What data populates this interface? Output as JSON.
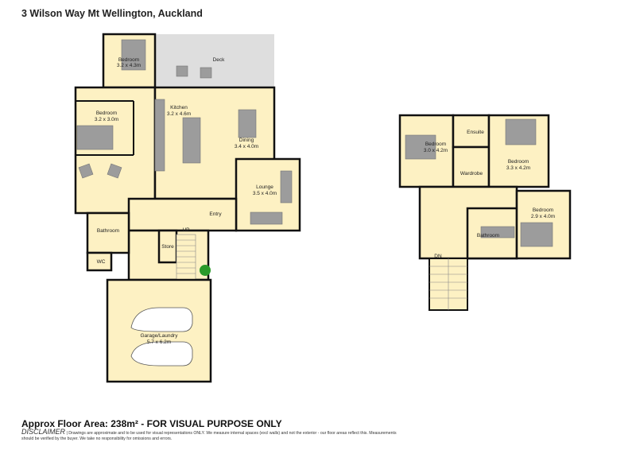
{
  "title": "3 Wilson Way Mt Wellington, Auckland",
  "footer": {
    "area": "Approx Floor Area: 238m² - FOR VISUAL PURPOSE ONLY",
    "disclaimer_label": "DISCLAIMER",
    "disclaimer_text": " | Drawings are approximate and to be used for visual representations ONLY. We measure internal spaces (excl walls) and not the exterior - our floor areas reflect this. Measurements should be verified by the buyer. We take no responsibility for omissions and errors."
  },
  "colors": {
    "room_fill": "#fdf1c3",
    "wall": "#111111",
    "deck": "#dedede",
    "furniture": "#9c9c9c",
    "plant": "#2a9a2a"
  },
  "ground": {
    "bed1": {
      "name": "Bedroom",
      "size": "3.2 x 4.3m"
    },
    "deck": {
      "name": "Deck"
    },
    "bed2": {
      "name": "Bedroom",
      "size": "3.2 x 3.0m"
    },
    "kitchen": {
      "name": "Kitchen",
      "size": "3.2 x 4.6m"
    },
    "dining": {
      "name": "Dining",
      "size": "3.4 x 4.0m"
    },
    "lounge": {
      "name": "Lounge",
      "size": "3.5 x 4.0m"
    },
    "entry": {
      "name": "Entry"
    },
    "up": "UP",
    "store": "Store",
    "bathroom": "Bathroom",
    "wc": "WC",
    "garage": {
      "name": "Garage/Laundry",
      "size": "5.7 x 6.2m"
    }
  },
  "upper": {
    "bed1": {
      "name": "Bedroom",
      "size": "3.0 x 4.2m"
    },
    "ensuite": "Ensuite",
    "wardrobe": "Wardrobe",
    "bed2": {
      "name": "Bedroom",
      "size": "3.3 x 4.2m"
    },
    "bed3": {
      "name": "Bedroom",
      "size": "2.9 x 4.0m"
    },
    "bathroom": "Bathroom",
    "dn": "DN"
  }
}
